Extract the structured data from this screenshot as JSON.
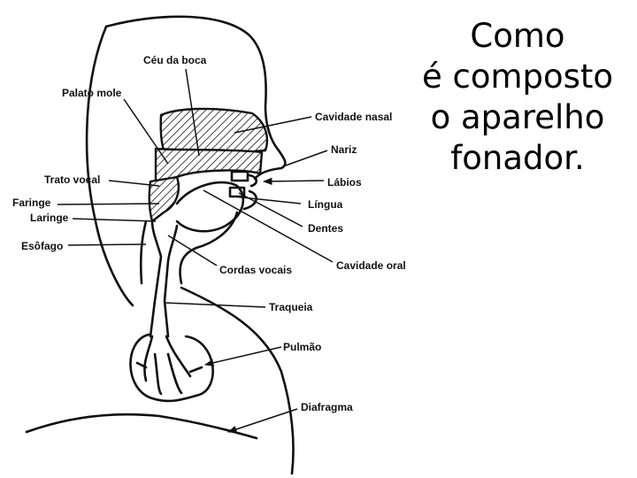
{
  "title_lines": [
    "Como",
    "é composto",
    "o aparelho",
    "fonador."
  ],
  "labels": {
    "ceu_da_boca": "Céu da boca",
    "palato_mole": "Palato mole",
    "cavidade_nasal": "Cavidade nasal",
    "nariz": "Nariz",
    "trato_vocal": "Trato vocal",
    "labios": "Lábios",
    "faringe": "Faringe",
    "lingua": "Língua",
    "laringe": "Laringe",
    "dentes": "Dentes",
    "esofago": "Esôfago",
    "cordas_vocais": "Cordas vocais",
    "cavidade_oral": "Cavidade oral",
    "traqueia": "Traqueia",
    "pulmao": "Pulmão",
    "diafragma": "Diafragma"
  }
}
